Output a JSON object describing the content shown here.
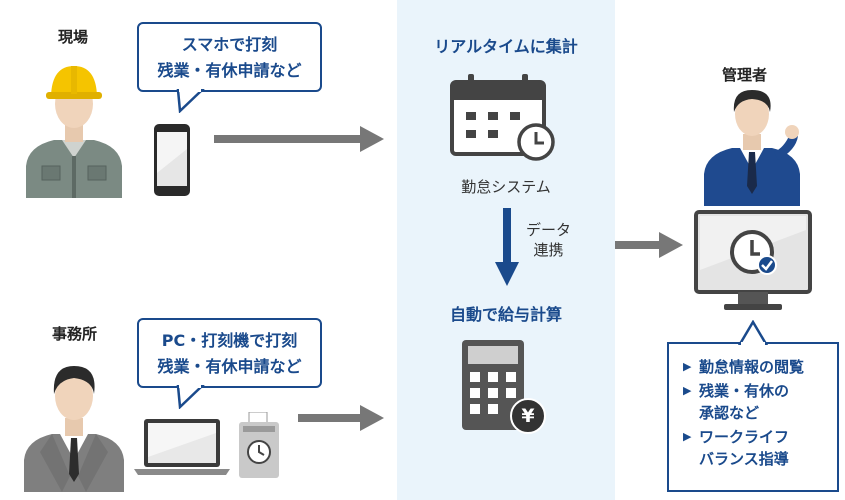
{
  "site": {
    "label": "現場",
    "bubble_line1": "スマホで打刻",
    "bubble_line2": "残業・有休申請など"
  },
  "office": {
    "label": "事務所",
    "bubble_line1": "PC・打刻機で打刻",
    "bubble_line2": "残業・有休申請など"
  },
  "system": {
    "title": "リアルタイムに集計",
    "name": "勤怠システム",
    "link_label_1": "データ",
    "link_label_2": "連携",
    "payroll": "自動で給与計算",
    "yen_symbol": "¥"
  },
  "manager": {
    "label": "管理者",
    "items": [
      "勤怠情報の閲覧",
      "残業・有休の\n承認など",
      "ワークライフ\nバランス指導"
    ]
  },
  "colors": {
    "navy": "#1a4a8c",
    "band": "#eaf4fb",
    "arrow_gray": "#777777",
    "helmet": "#f5c400",
    "worker_uniform": "#7a8a82"
  },
  "icons": [
    "helmet-worker-icon",
    "smartphone-icon",
    "calendar-clock-icon",
    "calculator-yen-icon",
    "manager-icon",
    "monitor-check-icon",
    "office-worker-icon",
    "laptop-icon",
    "time-clock-machine-icon"
  ]
}
